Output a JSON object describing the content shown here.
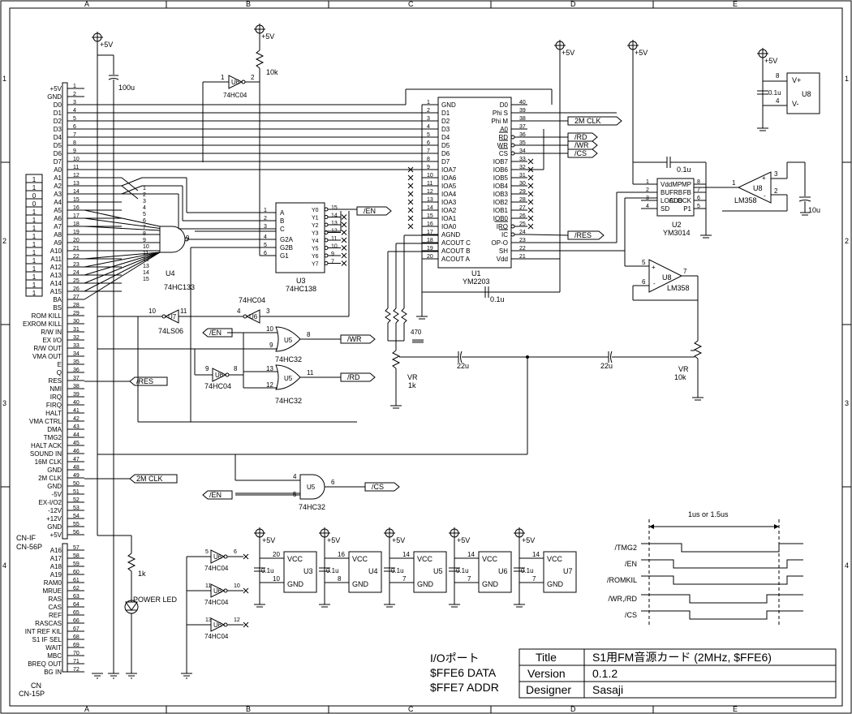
{
  "frame": {
    "cols": [
      "A",
      "B",
      "C",
      "D",
      "E"
    ],
    "rows": [
      "1",
      "2",
      "3",
      "4"
    ]
  },
  "power": {
    "vcc": "+5V",
    "cap_100u": "100u",
    "r_10k": "10k",
    "cap_0p1u": "0.1u",
    "cap_10u": "10u"
  },
  "connector": {
    "left_labels": [
      "+5V",
      "GND",
      "D0",
      "D1",
      "D2",
      "D3",
      "D4",
      "D5",
      "D6",
      "D7",
      "A0",
      "A1",
      "A2",
      "A3",
      "A4",
      "A5",
      "A6",
      "A7",
      "A8",
      "A9",
      "A10",
      "A11",
      "A12",
      "A13",
      "A14",
      "A15",
      "BA",
      "BS",
      "ROM KILL",
      "EXROM KILL",
      "R/W IN",
      "EX I/O",
      "R/W OUT",
      "VMA OUT",
      "E",
      "Q",
      "RES",
      "NMI",
      "IRQ",
      "FIRQ",
      "HALT",
      "VMA CTRL",
      "DMA",
      "TMG2",
      "HALT ACK",
      "SOUND IN",
      "16M CLK",
      "GND",
      "2M CLK",
      "GND",
      "-5V",
      "EX-I/O2",
      "-12V",
      "+12V",
      "GND",
      "+5V"
    ],
    "name_top": "CN-IF",
    "part_top": "CN-56P",
    "left_labels2": [
      "A16",
      "A17",
      "A18",
      "A19",
      "RAM0",
      "MRUE",
      "RAS",
      "CAS",
      "REF",
      "RASCAS",
      "INT REF KIL",
      "S1 IF SEL",
      "WAIT",
      "MBC",
      "BREQ OUT",
      "BG IN"
    ],
    "name_bottom": "CN",
    "part_bottom": "CN-15P",
    "dip_bits": [
      "1",
      "1",
      "0",
      "0",
      "1",
      "1",
      "1",
      "1",
      "1",
      "1",
      "1",
      "1",
      "1",
      "1",
      "1"
    ]
  },
  "ics": {
    "u1": {
      "name": "U1",
      "part": "YM2203",
      "left_pins": [
        "GND",
        "D1",
        "D2",
        "D3",
        "D4",
        "D5",
        "D6",
        "D7",
        "IOA7",
        "IOA6",
        "IOA5",
        "IOA4",
        "IOA3",
        "IOA2",
        "IOA1",
        "IOA0",
        "AGND",
        "ACOUT C",
        "ACOUT B",
        "ACOUT A"
      ],
      "left_nums": [
        "1",
        "2",
        "3",
        "4",
        "5",
        "6",
        "7",
        "8",
        "9",
        "10",
        "11",
        "12",
        "13",
        "14",
        "15",
        "16",
        "17",
        "18",
        "19",
        "20"
      ],
      "right_pins": [
        "D0",
        "Phi S",
        "Phi M",
        "A0",
        "RD",
        "WR",
        "CS",
        "IOB7",
        "IOB6",
        "IOB5",
        "IOB4",
        "IOB3",
        "IOB2",
        "IOB1",
        "IOB0",
        "IRQ",
        "IC",
        "OP-O",
        "SH",
        "Vdd"
      ],
      "right_nums": [
        "40",
        "39",
        "38",
        "37",
        "36",
        "35",
        "34",
        "33",
        "32",
        "31",
        "30",
        "29",
        "28",
        "27",
        "26",
        "25",
        "24",
        "23",
        "22",
        "21"
      ]
    },
    "u2": {
      "name": "U2",
      "part": "YM3014",
      "left_pins": [
        "VddMP",
        "BUFRB",
        "LOADB",
        "SD"
      ],
      "left_nums": [
        "1",
        "2",
        "3",
        "4"
      ],
      "right_pins": [
        "MP",
        "FB",
        "CLOCK",
        "P1"
      ],
      "right_nums": [
        "8",
        "7",
        "6",
        "5"
      ]
    },
    "u3": {
      "name": "U3",
      "part": "74HC138",
      "left_pins": [
        "A",
        "B",
        "C",
        "G2A",
        "G2B",
        "G1"
      ],
      "left_nums": [
        "1",
        "2",
        "3",
        "4",
        "5",
        "6"
      ],
      "right_pins": [
        "Y0",
        "Y1",
        "Y2",
        "Y3",
        "Y4",
        "Y5",
        "Y6",
        "Y7"
      ],
      "right_nums": [
        "15",
        "14",
        "13",
        "12",
        "11",
        "10",
        "9",
        "7"
      ]
    },
    "u4": {
      "name": "U4",
      "part": "74HC133"
    },
    "u5": {
      "name": "U5",
      "part": "74HC32"
    },
    "u6": {
      "name": "U6",
      "part": "74HC04"
    },
    "u7": {
      "name": "U7",
      "part": "74LS06"
    },
    "u8": {
      "name": "U8",
      "part": "LM358"
    }
  },
  "nets": {
    "en": "/EN",
    "wr": "/WR",
    "rd": "/RD",
    "cs": "/CS",
    "res": "/RES",
    "clk2m": "2M CLK"
  },
  "components": {
    "r470": "470",
    "vr1": "VR",
    "vr1_val": "1k",
    "vr2": "VR",
    "vr2_val": "10k",
    "c22u": "22u",
    "r1k": "1k",
    "led": "POWER LED",
    "c0p1": "0.1u"
  },
  "power_boxes": [
    {
      "name": "U3",
      "vccpin": "20",
      "gndpin": "10"
    },
    {
      "name": "U4",
      "vccpin": "16",
      "gndpin": "8"
    },
    {
      "name": "U5",
      "vccpin": "14",
      "gndpin": "7"
    },
    {
      "name": "U6",
      "vccpin": "14",
      "gndpin": "7"
    },
    {
      "name": "U7",
      "vccpin": "14",
      "gndpin": "7"
    }
  ],
  "timing": {
    "span": "1us or 1.5us",
    "signals": [
      "/TMG2",
      "/EN",
      "/ROMKIL",
      "/WR,/RD",
      "/CS"
    ]
  },
  "io_note": {
    "l1": "I/Oポート",
    "l2": "$FFE6 DATA",
    "l3": "$FFE7 ADDR"
  },
  "title_block": {
    "title_label": "Title",
    "title": "S1用FM音源カード (2MHz, $FFE6)",
    "version_label": "Version",
    "version": "0.1.2",
    "designer_label": "Designer",
    "designer": "Sasaji"
  }
}
